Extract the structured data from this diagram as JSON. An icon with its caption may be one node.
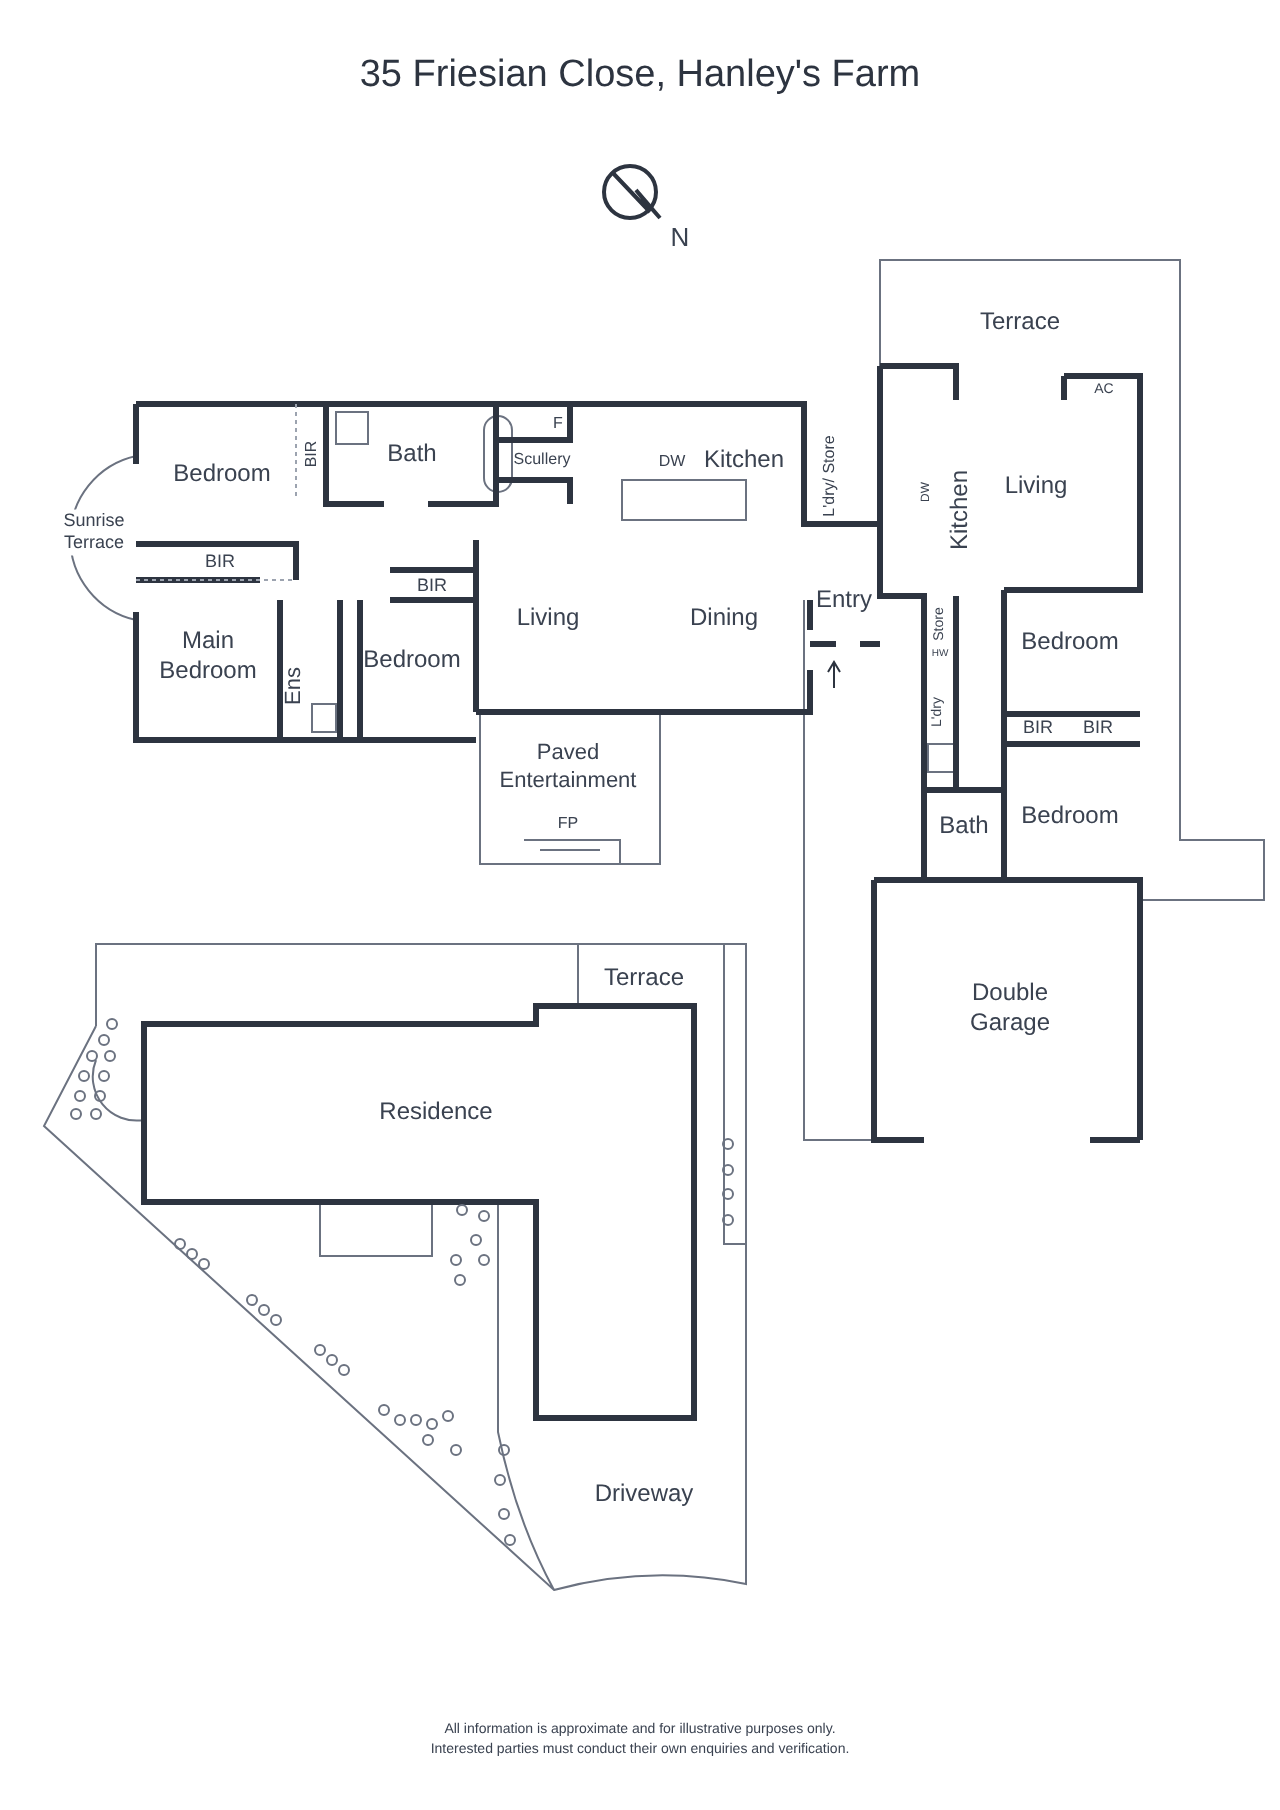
{
  "diagram": {
    "title": "35 Friesian Close, Hanley's Farm",
    "labels": [
      "N",
      "Terrace",
      "AC",
      "Bedroom",
      "BIR",
      "Bath",
      "F",
      "Scullery",
      "DW",
      "Kitchen",
      "L'dry/ Store",
      "DW",
      "Kitchen",
      "Living",
      "Sunrise Terrace",
      "BIR",
      "BIR",
      "Living",
      "Dining",
      "Entry",
      "Store",
      "HW",
      "Main Bedroom",
      "Bedroom",
      "Bedroom",
      "Ens",
      "L'dry",
      "BIR",
      "BIR",
      "Paved Entertainment",
      "FP",
      "Bath",
      "Bedroom",
      "Double Garage",
      "Terrace",
      "Residence",
      "Driveway",
      "All information is approximate and for illustrative purposes only.",
      "Interested parties must conduct their own enquiries and verification."
    ]
  }
}
